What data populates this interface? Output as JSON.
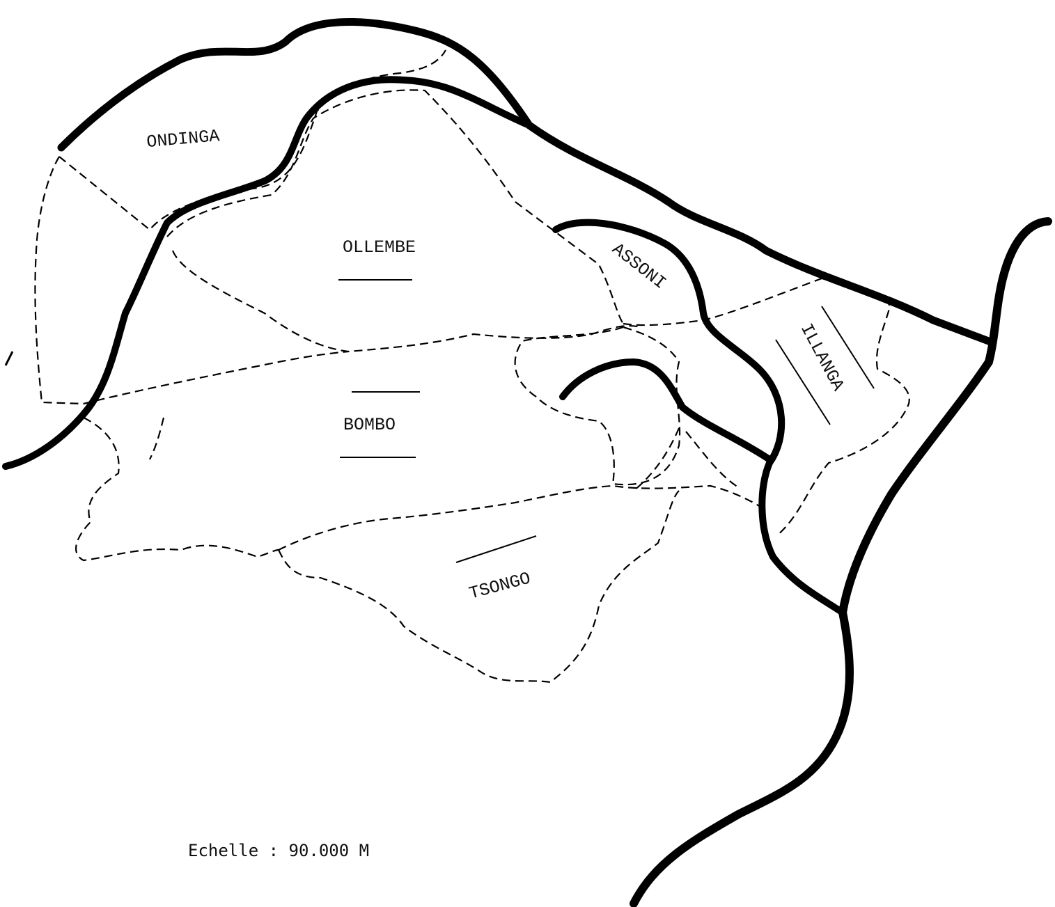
{
  "regions": {
    "ondinga": "ONDINGA",
    "ollembe": "OLLEMBE",
    "assoni": "ASSONI",
    "illanga": "ILLANGA",
    "bombo": "BOMBO",
    "tsongo": "TSONGO"
  },
  "scale": {
    "label": "Echelle : 90.000 M"
  }
}
